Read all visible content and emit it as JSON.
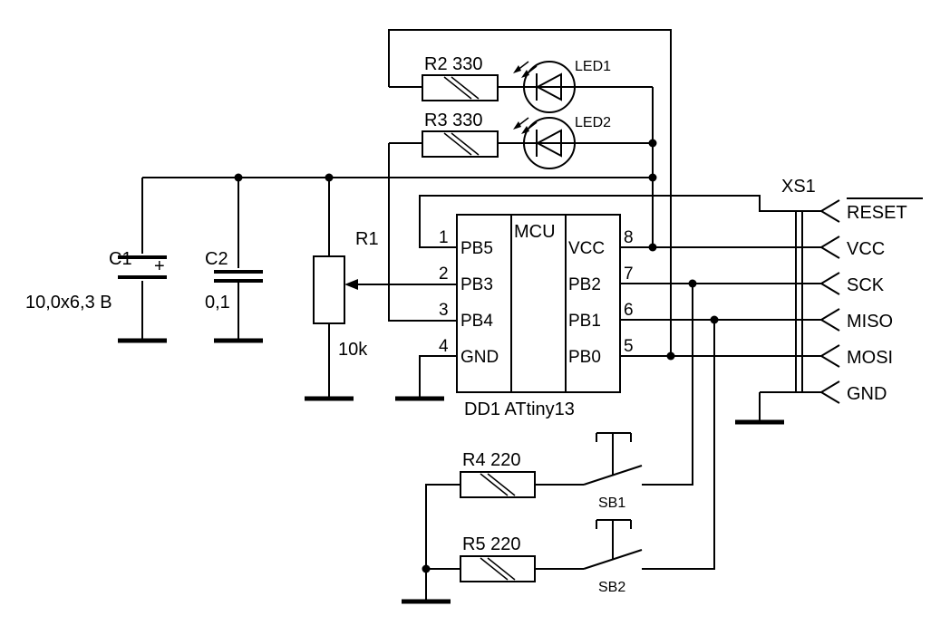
{
  "components": {
    "c1": {
      "ref": "C1",
      "value": "10,0x6,3 В",
      "polarity": "+"
    },
    "c2": {
      "ref": "C2",
      "value": "0,1"
    },
    "r1": {
      "ref": "R1",
      "value": "10k"
    },
    "r2": {
      "ref": "R2 330"
    },
    "r3": {
      "ref": "R3 330"
    },
    "r4": {
      "ref": "R4 220"
    },
    "r5": {
      "ref": "R5 220"
    },
    "led1": {
      "ref": "LED1"
    },
    "led2": {
      "ref": "LED2"
    },
    "sb1": {
      "ref": "SB1"
    },
    "sb2": {
      "ref": "SB2"
    }
  },
  "mcu": {
    "ref": "DD1 ATtiny13",
    "title": "MCU",
    "left_pins": [
      {
        "num": "1",
        "name": "PB5"
      },
      {
        "num": "2",
        "name": "PB3"
      },
      {
        "num": "3",
        "name": "PB4"
      },
      {
        "num": "4",
        "name": "GND"
      }
    ],
    "right_pins": [
      {
        "num": "8",
        "name": "VCC"
      },
      {
        "num": "7",
        "name": "PB2"
      },
      {
        "num": "6",
        "name": "PB1"
      },
      {
        "num": "5",
        "name": "PB0"
      }
    ]
  },
  "connector": {
    "ref": "XS1",
    "pins": [
      "RESET",
      "VCC",
      "SCK",
      "MISO",
      "MOSI",
      "GND"
    ]
  }
}
